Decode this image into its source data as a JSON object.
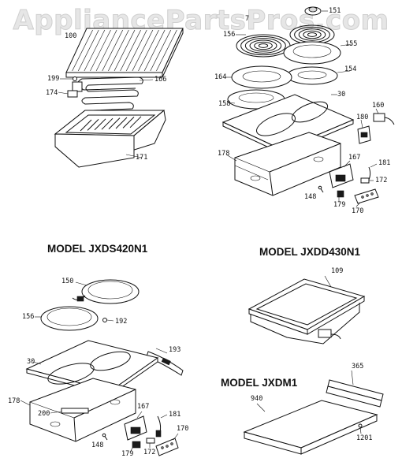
{
  "watermark": "AppliancePartsPros.com",
  "models": {
    "jxds420n1": "MODEL JXDS420N1",
    "jxdd430n1": "MODEL JXDD430N1",
    "jxdm1": "MODEL JXDM1"
  },
  "callouts": {
    "c100": "100",
    "c199": "199",
    "c166": "166",
    "c174": "174",
    "c171": "171",
    "c151": "151",
    "c7": "7",
    "c156a": "156",
    "c155": "155",
    "c164": "164",
    "c154": "154",
    "c158": "158",
    "c30a": "30",
    "c160": "160",
    "c180": "180",
    "c178a": "178",
    "c167a": "167",
    "c181a": "181",
    "c172a": "172",
    "c148a": "148",
    "c179a": "179",
    "c170a": "170",
    "c150": "150",
    "c156b": "156",
    "c192": "192",
    "c193": "193",
    "c30b": "30",
    "c178b": "178",
    "c200": "200",
    "c167b": "167",
    "c181b": "181",
    "c148b": "148",
    "c179b": "179",
    "c172b": "172",
    "c170b": "170",
    "c109": "109",
    "c365": "365",
    "c940": "940",
    "c1201": "1201"
  }
}
